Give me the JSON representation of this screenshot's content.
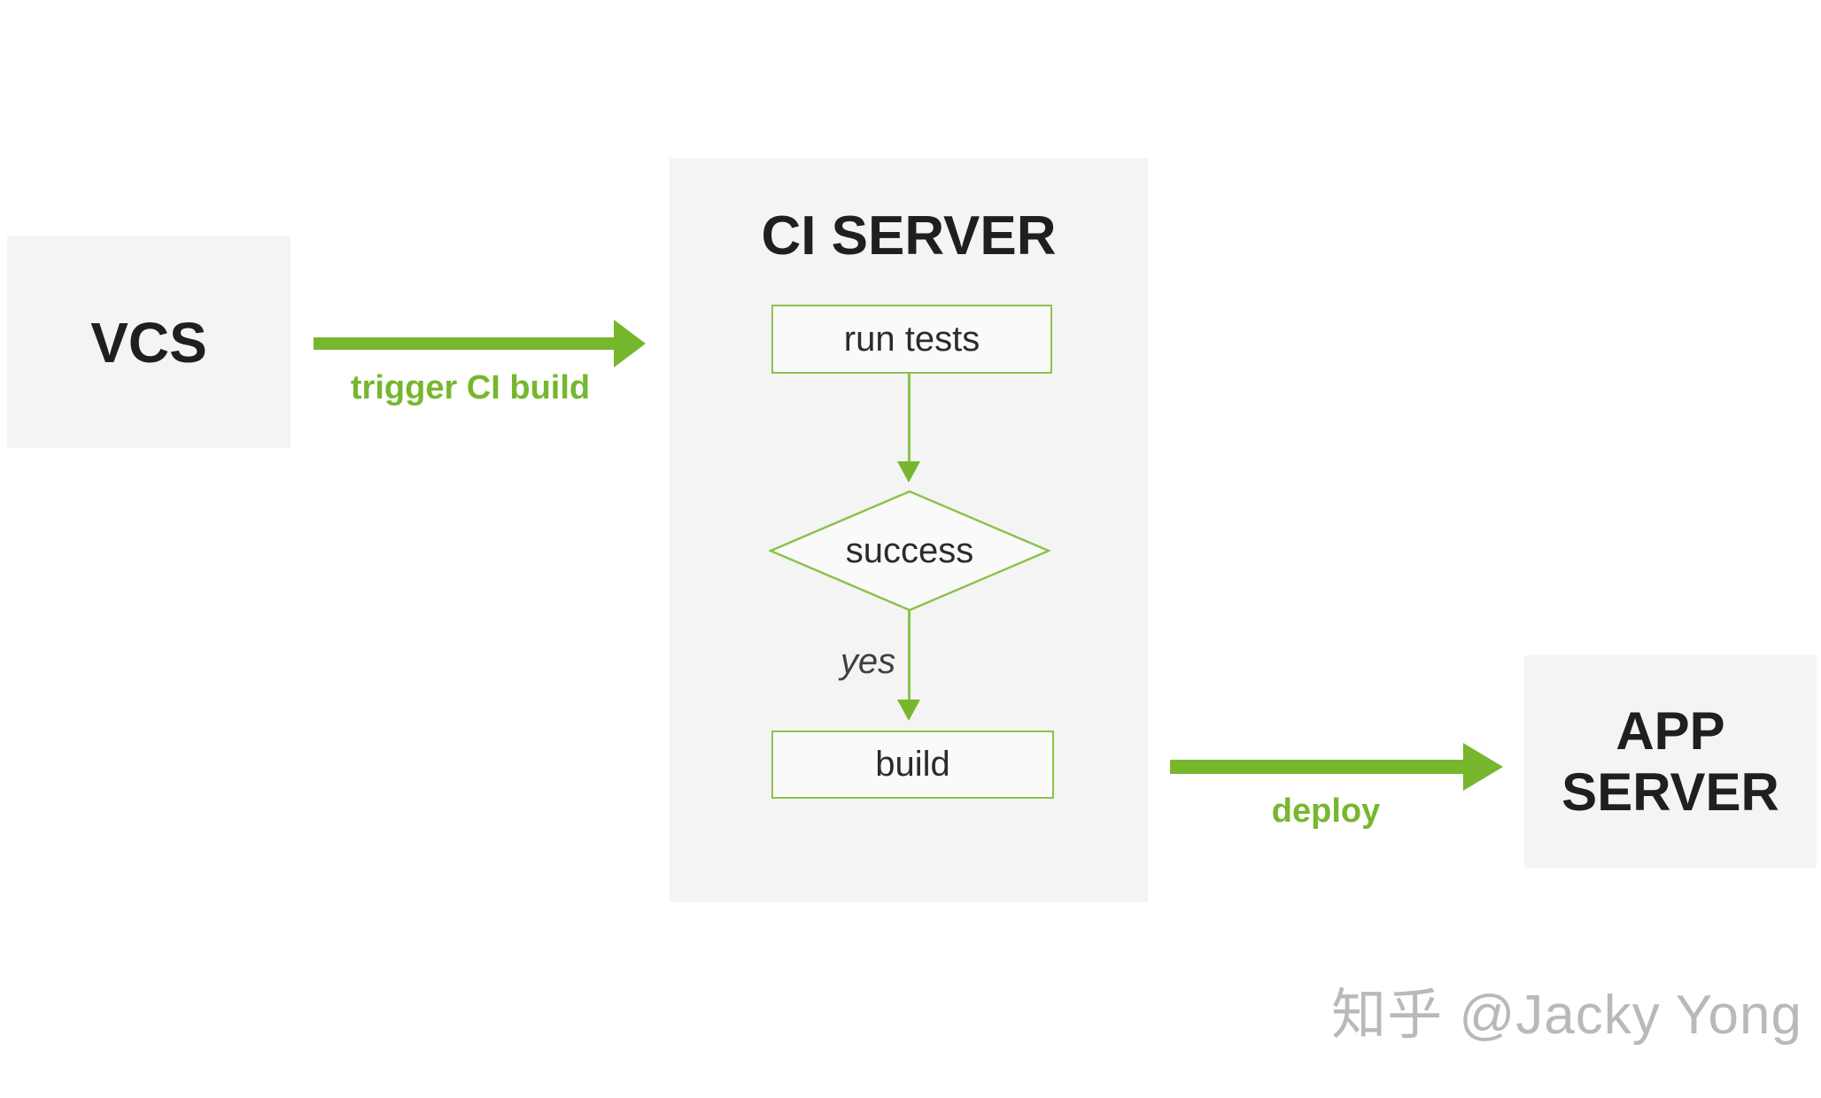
{
  "diagram": {
    "background": "#ffffff",
    "panel_bg": "#f4f4f4",
    "accent_green": "#76b72e",
    "border_green": "#8cc34b",
    "text_dark": "#1f1f1f",
    "watermark_gray": "#b9b9b9"
  },
  "nodes": {
    "vcs": {
      "label": "VCS"
    },
    "ci_server": {
      "title": "CI SERVER"
    },
    "app_server": {
      "label": "APP SERVER"
    }
  },
  "steps": {
    "run_tests": {
      "label": "run tests"
    },
    "success": {
      "label": "success"
    },
    "branch_yes": {
      "label": "yes"
    },
    "build": {
      "label": "build"
    }
  },
  "edges": {
    "trigger": {
      "label": "trigger CI build"
    },
    "deploy": {
      "label": "deploy"
    }
  },
  "watermark": {
    "text": "知乎 @Jacky Yong"
  }
}
